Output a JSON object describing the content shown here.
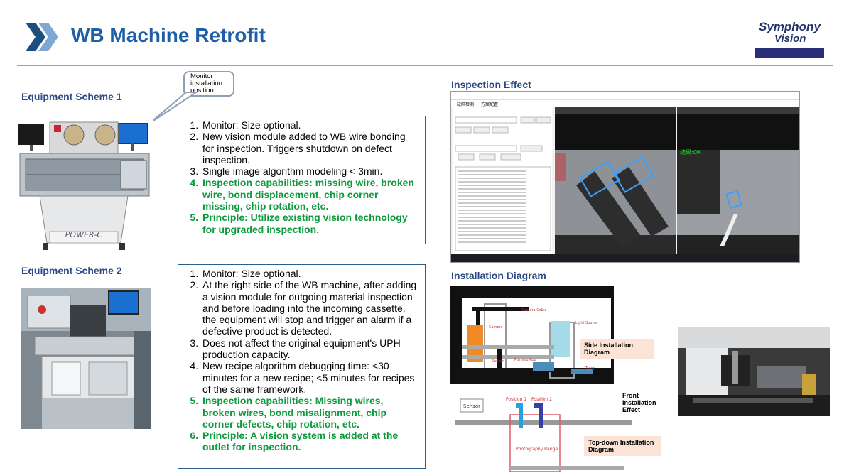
{
  "header": {
    "title": "WB Machine Retrofit",
    "logo_line1": "Symphony",
    "logo_line2": "Vision"
  },
  "colors": {
    "title_blue": "#1f5fa5",
    "heading_blue": "#2b4a86",
    "green_text": "#0c9a3c",
    "box_border": "#2b5f8c",
    "chevron_dark": "#1c4e80",
    "chevron_light": "#7fa7d4"
  },
  "scheme1": {
    "heading": "Equipment Scheme 1",
    "callout": [
      "Monitor",
      "installation",
      "position"
    ],
    "machine_brand": "POWER-C",
    "items": [
      "Monitor: Size optional.",
      "New vision module added to WB wire bonding for inspection. Triggers shutdown on defect inspection.",
      "Single image algorithm modeling < 3min.",
      "Inspection capabilities: missing wire, broken wire, bond displacement, chip corner missing, chip rotation, etc.",
      "Principle: Utilize existing vision technology for upgraded inspection."
    ]
  },
  "scheme2": {
    "heading": "Equipment Scheme 2",
    "items": [
      "Monitor: Size optional.",
      "At the right side of the WB machine, after adding a vision module for outgoing material inspection and before loading into the incoming cassette, the equipment will stop and trigger an alarm if a defective product is detected.",
      "Does not affect the original equipment's UPH production capacity.",
      "New recipe algorithm debugging time: <30 minutes for a new recipe; <5 minutes for recipes of the same framework.",
      "Inspection capabilities: Missing wires, broken wires, bond misalignment, chip corner defects, chip rotation, etc.",
      "Principle: A vision system is added at the outlet for inspection."
    ]
  },
  "inspection": {
    "heading": "Inspection Effect",
    "result_label": "结果:OK",
    "tabs": [
      "缺陷检测",
      "方案配置"
    ]
  },
  "installation": {
    "heading": "Installation Diagram",
    "side_label": [
      "Side Installation",
      "Diagram"
    ],
    "front_label": [
      "Front Installation",
      "Effect"
    ],
    "top_label": [
      "Top-down Installation",
      "Diagram"
    ],
    "parts": {
      "camera_cable": "Camera Cable",
      "camera": "Camera",
      "light_source": "Light Source",
      "pushing_rod": "Pushing Rod",
      "sensor_small": "Sensor",
      "track": "Track",
      "sensor": "Sensor",
      "position1": "Position 1",
      "position2": "Position 2",
      "photography_range": "Photography Range"
    }
  }
}
